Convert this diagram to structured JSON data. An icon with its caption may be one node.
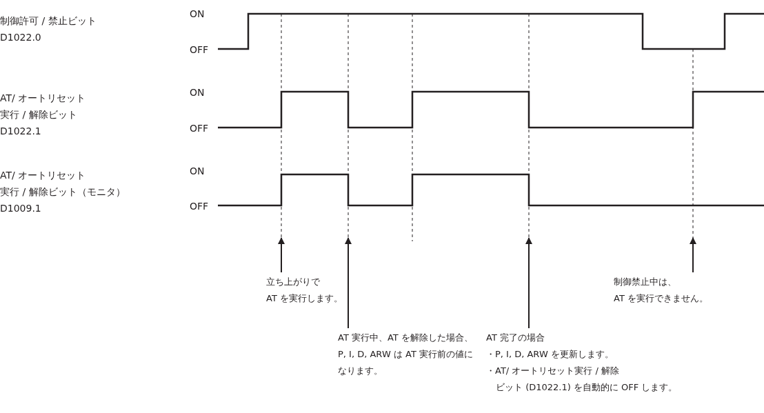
{
  "diagram": {
    "nodes": [
      {
        "text": [
          "立ち上がりでAT を実行します。"
        ]
      },
      {
        "text": [
          "AT 実行中、AT を解除した場合、P, I, D, ARW は AT 実行前の値になります。"
        ]
      },
      {
        "text": [
          "AT 完了の場合",
          "・P, I, D, ARW を更新します。",
          "・AT/ オートリセット実行 / 解除ビット (D1022.1) を自動的に OFF します。"
        ]
      },
      {
        "text": [
          "制御禁止中は、AT を実行できません。"
        ]
      }
    ],
    "edges": [
      {
        "from": 0,
        "to": null,
        "arrow": "to"
      },
      {
        "from": 1,
        "to": null,
        "arrow": "to"
      },
      {
        "from": 2,
        "to": null,
        "arrow": "to"
      },
      {
        "from": 3,
        "to": null,
        "arrow": "to"
      }
    ],
    "labels": [
      "制御許可 / 禁止ビットD1022.0",
      "ON",
      "OFF",
      "AT/ オートリセット実行 / 解除ビットD1022.1",
      "ON",
      "OFF",
      "AT/ オートリセット実行 / 解除ビット（モニタ）D1009.1",
      "ON",
      "OFF"
    ]
  }
}
